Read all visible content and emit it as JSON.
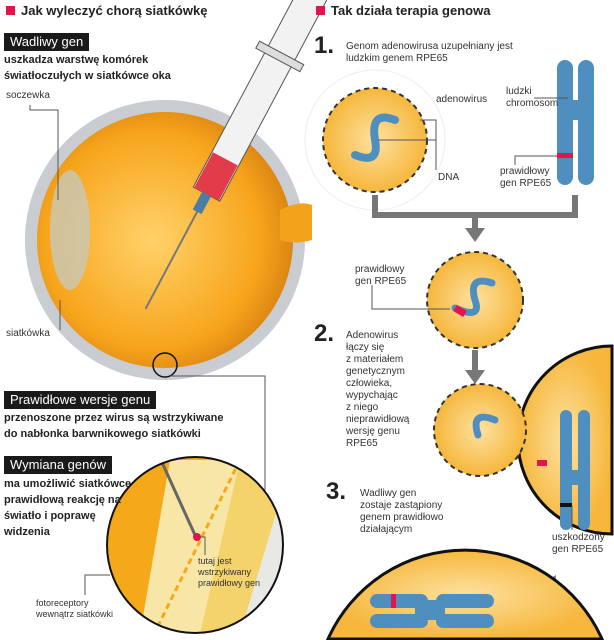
{
  "left": {
    "title": "Jak wyleczyć chorą siatkówkę",
    "defective_gene": {
      "heading": "Wadliwy gen",
      "text": [
        "uszkadza warstwę komórek",
        "światłoczułych w siatkówce oka"
      ]
    },
    "labels": {
      "lens": "soczewka",
      "retina": "siatkówka"
    },
    "correct_versions": {
      "heading": "Prawidłowe wersje genu",
      "text": [
        "przenoszone przez wirus są wstrzykiwane",
        "do nabłonka barwnikowego siatkówki"
      ]
    },
    "gene_swap": {
      "heading": "Wymiana genów",
      "text": [
        "ma umożliwić siatkówce",
        "prawidłową reakcję na",
        "światło i poprawę",
        "widzenia"
      ]
    },
    "detail_labels": {
      "injected": [
        "tutaj jest",
        "wstrzykiwany",
        "prawidłowy gen"
      ],
      "photoreceptors": [
        "fotoreceptory",
        "wewnątrz siatkówki"
      ]
    }
  },
  "right": {
    "title": "Tak działa terapia genowa",
    "step1": {
      "number": "1.",
      "text": [
        "Genom adenowirusa uzupełniany jest",
        "ludzkim genem RPE65"
      ],
      "labels": {
        "adenovirus": "adenowirus",
        "dna": "DNA",
        "chromosome": [
          "ludzki",
          "chromosom"
        ],
        "normal_gene": [
          "prawidłowy",
          "gen RPE65"
        ]
      }
    },
    "step1b": {
      "normal_gene": [
        "prawidłowy",
        "gen RPE65"
      ]
    },
    "step2": {
      "number": "2.",
      "text": [
        "Adenowirus",
        "łączy się",
        "z materiałem",
        "genetycznym",
        "człowieka,",
        "wypychając",
        "z niego",
        "nieprawidłową",
        "wersję genu",
        "RPE65"
      ],
      "damaged_gene": [
        "uszkodzony",
        "gen RPE65"
      ]
    },
    "step3": {
      "number": "3.",
      "text": [
        "Wadliwy gen",
        "zostaje zastąpiony",
        "genem prawidłowo",
        "działającym"
      ]
    }
  },
  "colors": {
    "accent": "#e4134f",
    "virus": "#f6b73c",
    "chromosome": "#4f8fbf",
    "arrow": "#777777"
  }
}
